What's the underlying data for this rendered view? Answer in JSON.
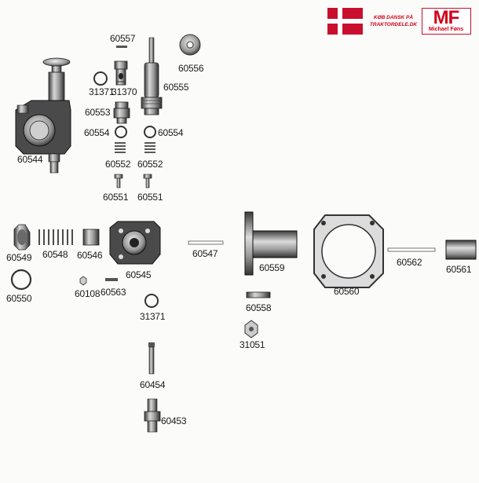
{
  "banner": {
    "promo_line1": "KØB DANSK PÅ",
    "promo_line2": "TRAKTORDELE.DK",
    "logo_mark": "MF",
    "logo_name": "Michael Føns",
    "brand_color": "#d0021b"
  },
  "parts": [
    {
      "number": "60557"
    },
    {
      "number": "60556"
    },
    {
      "number": "31371"
    },
    {
      "number": "31370"
    },
    {
      "number": "60555"
    },
    {
      "number": "60553"
    },
    {
      "number": "60554"
    },
    {
      "number": "60554"
    },
    {
      "number": "60544"
    },
    {
      "number": "60552"
    },
    {
      "number": "60552"
    },
    {
      "number": "60551"
    },
    {
      "number": "60551"
    },
    {
      "number": "60549"
    },
    {
      "number": "60548"
    },
    {
      "number": "60546"
    },
    {
      "number": "60545"
    },
    {
      "number": "60547"
    },
    {
      "number": "60559"
    },
    {
      "number": "60560"
    },
    {
      "number": "60562"
    },
    {
      "number": "60561"
    },
    {
      "number": "60550"
    },
    {
      "number": "60108"
    },
    {
      "number": "60563"
    },
    {
      "number": "31371"
    },
    {
      "number": "60558"
    },
    {
      "number": "31051"
    },
    {
      "number": "60454"
    },
    {
      "number": "60453"
    }
  ]
}
